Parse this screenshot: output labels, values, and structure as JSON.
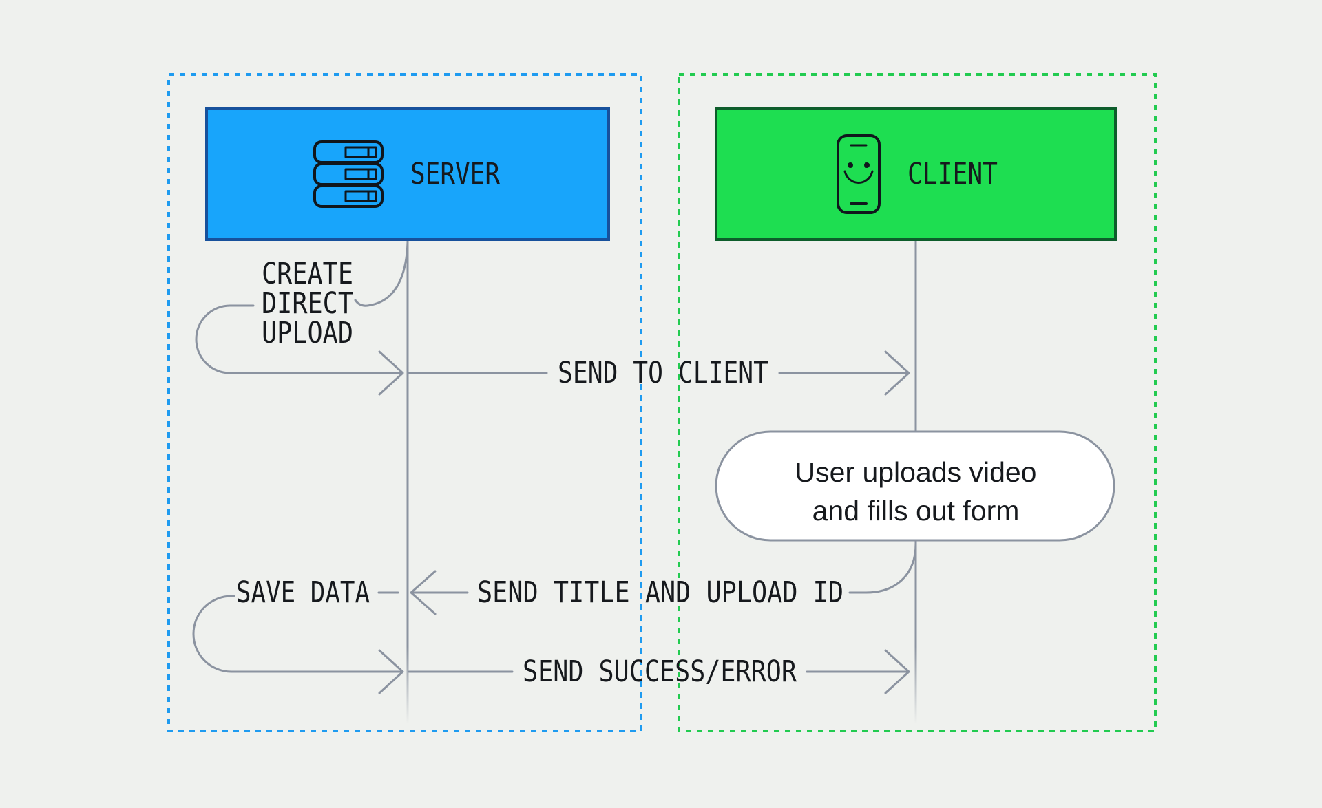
{
  "colors": {
    "bg": "#eff1ee",
    "server_fill": "#18a5fb",
    "server_border": "#17519c",
    "server_dash": "#1e9bf0",
    "client_fill": "#1ede51",
    "client_border": "#0d5d2b",
    "client_dash": "#22cb50",
    "line_gray": "#8b93a0",
    "text_dark": "#16191d",
    "icon_stroke": "#10161c",
    "pill_fill": "#ffffff"
  },
  "server": {
    "title": "SERVER",
    "icon": "server-stack-icon"
  },
  "client": {
    "title": "CLIENT",
    "icon": "smartphone-smiley-icon"
  },
  "steps": {
    "create_direct_upload": {
      "lines": [
        "CREATE",
        "DIRECT",
        "UPLOAD"
      ]
    },
    "send_to_client": {
      "label": "SEND TO CLIENT"
    },
    "user_note": {
      "lines": [
        "User uploads video",
        "and fills out form"
      ]
    },
    "send_title_and_upload_id": {
      "label": "SEND TITLE AND UPLOAD ID"
    },
    "save_data": {
      "label": "SAVE DATA"
    },
    "send_success_error": {
      "label": "SEND SUCCESS/ERROR"
    }
  }
}
